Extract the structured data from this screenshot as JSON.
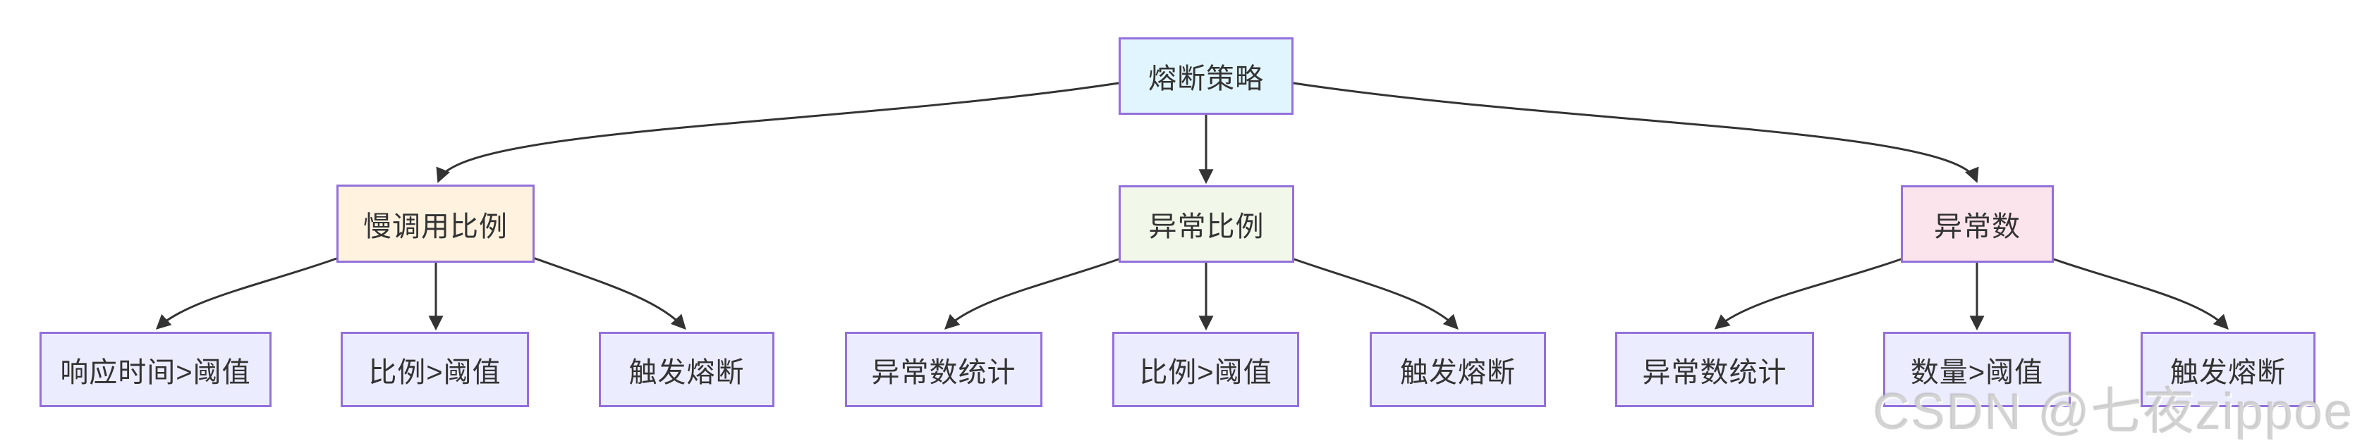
{
  "diagram": {
    "type": "flowchart-tree",
    "direction": "top-down",
    "root": {
      "label": "熔断策略"
    },
    "branches": [
      {
        "label": "慢调用比例",
        "children": [
          {
            "label": "响应时间>阈值"
          },
          {
            "label": "比例>阈值"
          },
          {
            "label": "触发熔断"
          }
        ]
      },
      {
        "label": "异常比例",
        "children": [
          {
            "label": "异常数统计"
          },
          {
            "label": "比例>阈值"
          },
          {
            "label": "触发熔断"
          }
        ]
      },
      {
        "label": "异常数",
        "children": [
          {
            "label": "异常数统计"
          },
          {
            "label": "数量>阈值"
          },
          {
            "label": "触发熔断"
          }
        ]
      }
    ],
    "edges": [
      {
        "from": "熔断策略",
        "to": "慢调用比例"
      },
      {
        "from": "熔断策略",
        "to": "异常比例"
      },
      {
        "from": "熔断策略",
        "to": "异常数"
      },
      {
        "from": "慢调用比例",
        "to": "响应时间>阈值"
      },
      {
        "from": "慢调用比例",
        "to": "比例>阈值"
      },
      {
        "from": "慢调用比例",
        "to": "触发熔断"
      },
      {
        "from": "异常比例",
        "to": "异常数统计"
      },
      {
        "from": "异常比例",
        "to": "比例>阈值"
      },
      {
        "from": "异常比例",
        "to": "触发熔断"
      },
      {
        "from": "异常数",
        "to": "异常数统计"
      },
      {
        "from": "异常数",
        "to": "数量>阈值"
      },
      {
        "from": "异常数",
        "to": "触发熔断"
      }
    ],
    "colors": {
      "node_border": "#9370db",
      "edge_stroke": "#333333",
      "node_text": "#333333",
      "root_fill": "#e1f5fe",
      "slow_call_ratio_fill": "#fff3e0",
      "exception_ratio_fill": "#f1f8e9",
      "exception_count_fill": "#fce4ec",
      "leaf_fill": "#ececff",
      "watermark_text": "#c4c4c4"
    }
  },
  "watermark": "CSDN @七夜zippoe"
}
